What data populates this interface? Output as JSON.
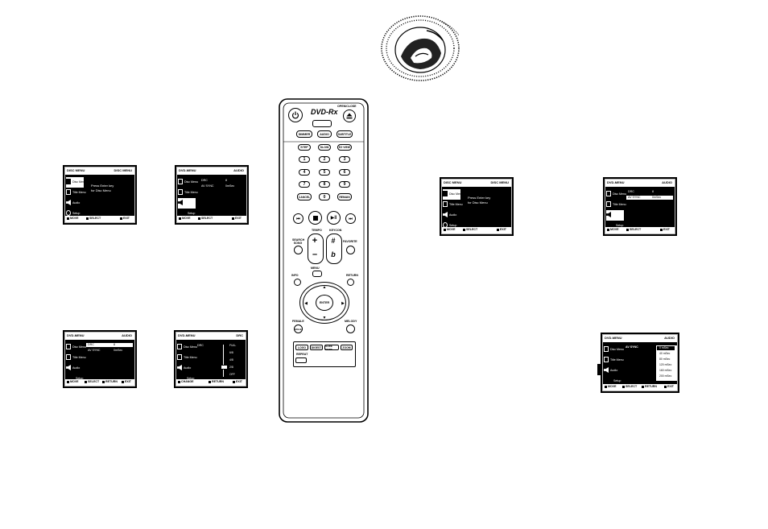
{
  "disc_screen": {
    "header_left": "DISC MENU",
    "header_right": "DISC MENU",
    "items": [
      "Disc Menu",
      "Title Menu",
      "Audio",
      "Setup"
    ],
    "message": [
      "Press Enter key",
      "for Disc Menu"
    ],
    "footer": [
      "MOVE",
      "SELECT",
      "EXIT"
    ]
  },
  "audio_screen": {
    "header_left": "DVD-MENU",
    "header_right": "AUDIO",
    "items": [
      "Disc Menu",
      "Title Menu",
      "Audio",
      "Setup"
    ],
    "rows": [
      {
        "label": "DRC",
        "value": "8"
      },
      {
        "label": "AV SYNC",
        "value": "0mSec"
      }
    ],
    "footer": [
      "MOVE",
      "SELECT",
      "RETURN",
      "EXIT"
    ],
    "footer3": [
      "MOVE",
      "SELECT",
      "EXIT"
    ]
  },
  "drc_screen": {
    "header_left": "DVD-MENU",
    "header_right": "DRC",
    "row_label": "DRC",
    "scale": [
      "FULL",
      "6/8",
      "4/8",
      "2/8",
      "OFF"
    ],
    "footer": [
      "CHANGE",
      "RETURN",
      "EXIT"
    ]
  },
  "avsync_screen": {
    "header_left": "DVD-MENU",
    "header_right": "AUDIO",
    "row_label": "AV SYNC",
    "options": [
      "0 mSec",
      "40 mSec",
      "80 mSec",
      "120 mSec",
      "160 mSec",
      "200 mSec"
    ],
    "footer": [
      "MOVE",
      "SELECT",
      "RETURN",
      "EXIT"
    ]
  },
  "remote": {
    "brand": "DVD-Rx",
    "open_close": "OPEN/CLOSE",
    "dimmer": "DIMMER",
    "audio": "AUDIO",
    "subtitle": "SUBTITLE",
    "step": "STEP",
    "slow": "SLOW",
    "ez_view": "EZ VIEW",
    "digits": [
      "1",
      "2",
      "3",
      "4",
      "5",
      "6",
      "7",
      "8",
      "9",
      "0"
    ],
    "cancel": "CANCEL",
    "remain": "REMAIN",
    "tempo": "TEMPO",
    "keycon": "KEYCON",
    "plus": "+",
    "minus": "–",
    "sharp": "#",
    "flat": "b",
    "search_song": "SEARCH SONG",
    "favorite": "FAVORITE",
    "menu": "MENU",
    "info": "INFO",
    "return": "RETURN",
    "enter": "ENTER",
    "female": "FEMALE",
    "male": "MALE",
    "melody": "MELODY",
    "logo": "LOGO",
    "digest": "DIGEST",
    "slide_mode": "SLIDE MODE",
    "zoom": "ZOOM",
    "repeat": "REPEAT"
  },
  "colors": {
    "screen_bg": "#000000",
    "highlight": "#ffffff"
  }
}
